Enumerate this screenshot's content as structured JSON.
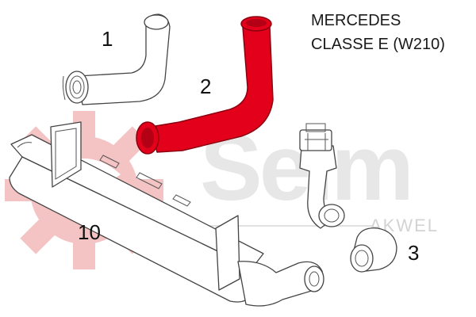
{
  "title": {
    "line1": "MERCEDES",
    "line2": "CLASSE E (W210)"
  },
  "callouts": {
    "part_1": "1",
    "part_2": "2",
    "part_3": "3",
    "part_10": "10"
  },
  "watermark": {
    "brand": "Seim",
    "sub_brand": "AKWEL"
  },
  "colors": {
    "highlight": "#e3001b",
    "watermark_gear": "#f4c3c3",
    "watermark_text": "#e7e7e7",
    "outline": "#444444"
  },
  "highlighted_part": "2"
}
